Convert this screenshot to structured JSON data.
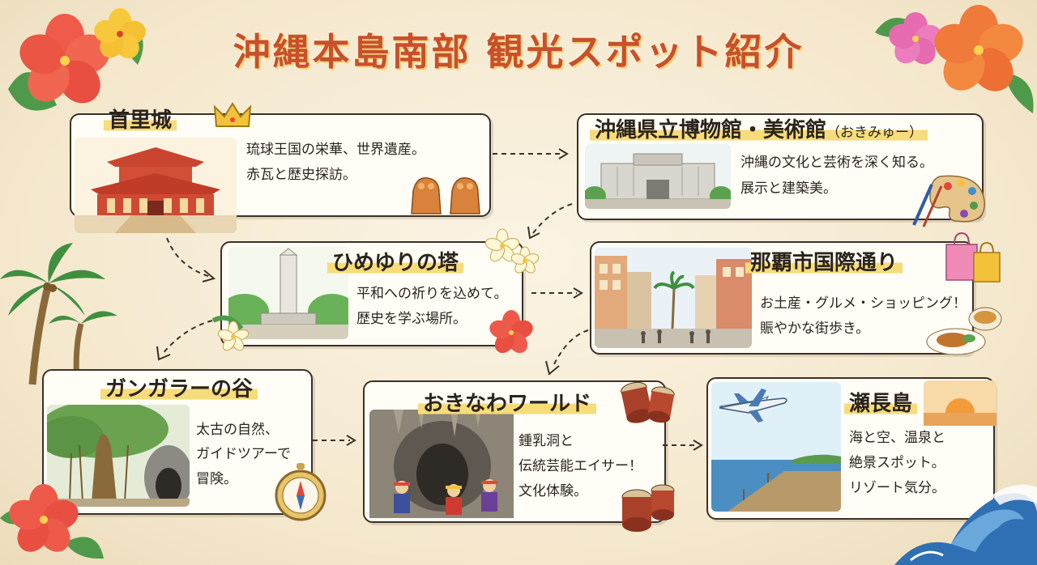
{
  "title": "沖縄本島南部 観光スポット紹介",
  "spots": [
    {
      "name": "首里城",
      "lines": [
        "琉球王国の栄華、世界遺産。",
        "赤瓦と歴史探訪。"
      ]
    },
    {
      "name": "沖縄県立博物館・美術館",
      "sub": "（おきみゅー）",
      "lines": [
        "沖縄の文化と芸術を深く知る。",
        "展示と建築美。"
      ]
    },
    {
      "name": "ひめゆりの塔",
      "lines": [
        "平和への祈りを込めて。",
        "歴史を学ぶ場所。"
      ]
    },
    {
      "name": "那覇市国際通り",
      "lines": [
        "お土産・グルメ・ショッピング！",
        "賑やかな街歩き。"
      ]
    },
    {
      "name": "ガンガラーの谷",
      "lines": [
        "太古の自然、",
        "ガイドツアーで",
        "冒険。"
      ]
    },
    {
      "name": "おきなわワールド",
      "lines": [
        "鍾乳洞と",
        "伝統芸能エイサー！",
        "文化体験。"
      ]
    },
    {
      "name": "瀬長島",
      "lines": [
        "海と空、温泉と",
        "絶景スポット。",
        "リゾート気分。"
      ]
    }
  ],
  "colors": {
    "title": "#c8502c",
    "highlight": "#f7dc7a",
    "border": "#3a3128",
    "background": "#f6ecd6"
  },
  "icons": [
    "hibiscus-icon",
    "crown-icon",
    "shisa-icon",
    "palette-icon",
    "plumeria-icon",
    "palm-tree-icon",
    "shopping-bag-icon",
    "compass-icon",
    "taiko-drum-icon",
    "airplane-icon",
    "wave-icon",
    "sun-icon"
  ]
}
